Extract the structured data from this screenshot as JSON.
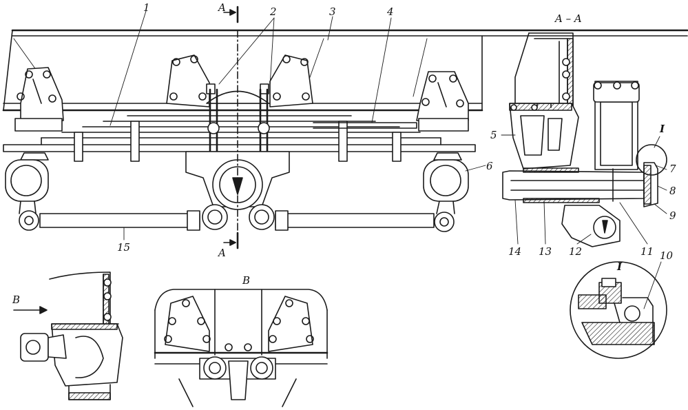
{
  "labels": {
    "l1": "1",
    "l2": "2",
    "l3": "3",
    "l4": "4",
    "l5": "5",
    "l6": "6",
    "l7": "7",
    "l8": "8",
    "l9": "9",
    "l10": "10",
    "l11": "11",
    "l12": "12",
    "l13": "13",
    "l14": "14",
    "l15": "15"
  },
  "section_marks": {
    "cut_top": "A",
    "cut_bottom": "A",
    "section_title": "A – A",
    "detail_mark": "I",
    "detail_title": "I",
    "view_arrow": "B",
    "view_title": "B"
  }
}
